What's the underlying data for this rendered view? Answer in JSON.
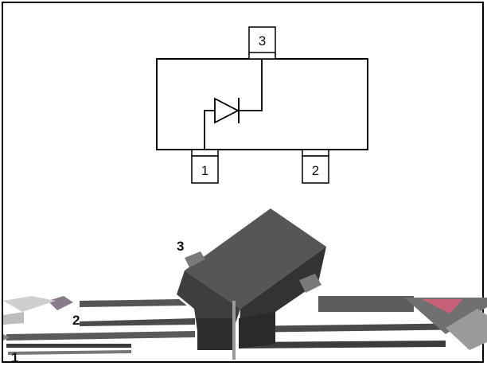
{
  "schematic": {
    "pins": [
      {
        "number": "3"
      },
      {
        "number": "1"
      },
      {
        "number": "2"
      }
    ]
  },
  "package_view": {
    "pin_labels": [
      "3",
      "2",
      "1"
    ],
    "body_color": "#4a4a4a",
    "lead_color": "#6e6e6e"
  },
  "colors": {
    "line": "#000000",
    "background": "#ffffff"
  }
}
